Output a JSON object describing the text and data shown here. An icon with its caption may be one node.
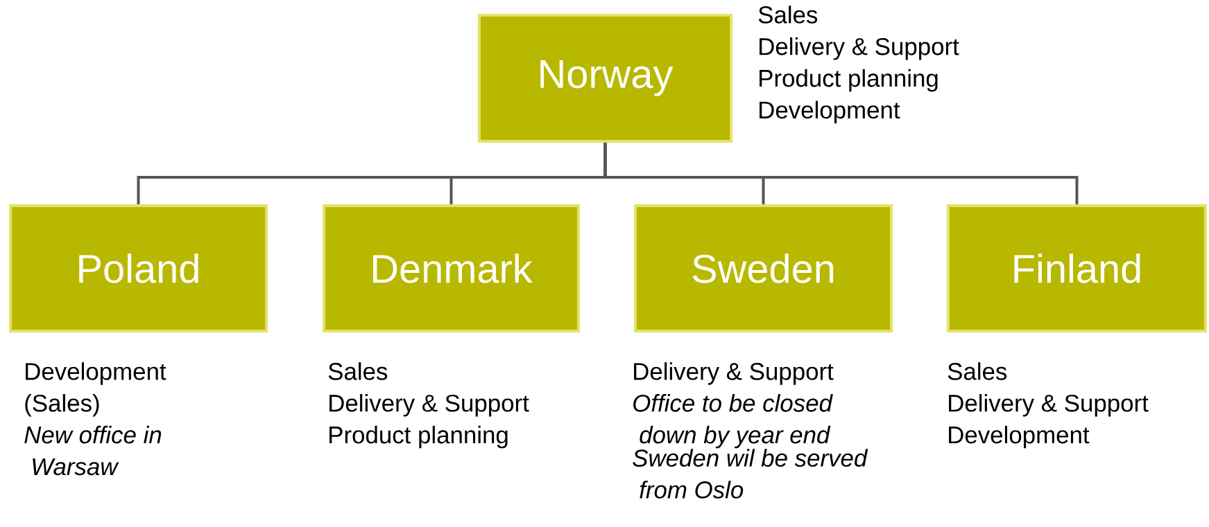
{
  "diagram": {
    "nodes": [
      {
        "text": [
          "Norway"
        ],
        "beside": [
          "Sales",
          "Delivery & Support",
          "Product planning",
          "Development"
        ]
      },
      {
        "text": [
          "Poland"
        ],
        "beside": [
          "Development",
          "(Sales)",
          "New office in Warsaw"
        ]
      },
      {
        "text": [
          "Denmark"
        ],
        "beside": [
          "Sales",
          "Delivery & Support",
          "Product planning"
        ]
      },
      {
        "text": [
          "Sweden"
        ],
        "beside": [
          "Delivery & Support",
          "Office to be closed down by year end",
          "Sweden wil be served from Oslo"
        ]
      },
      {
        "text": [
          "Finland"
        ],
        "beside": [
          "Sales",
          "Delivery & Support",
          "Development"
        ]
      }
    ],
    "edges": [
      {
        "from": 0,
        "to": 1,
        "arrow": "none"
      },
      {
        "from": 0,
        "to": 2,
        "arrow": "none"
      },
      {
        "from": 0,
        "to": 3,
        "arrow": "none"
      },
      {
        "from": 0,
        "to": 4,
        "arrow": "none"
      }
    ]
  }
}
